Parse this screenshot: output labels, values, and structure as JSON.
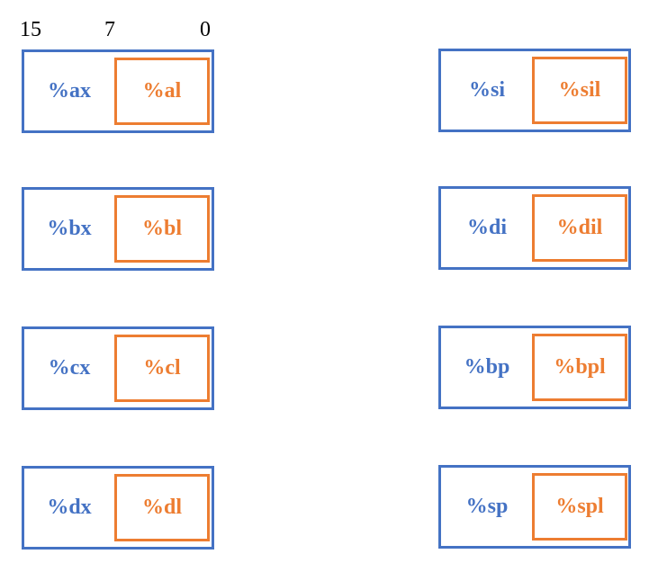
{
  "bit_labels": {
    "high": "15",
    "mid": "7",
    "low": "0"
  },
  "colors": {
    "register_outline": "#4472C4",
    "low_byte": "#ED7D31"
  },
  "left_registers": [
    {
      "word": "%ax",
      "low_byte": "%al"
    },
    {
      "word": "%bx",
      "low_byte": "%bl"
    },
    {
      "word": "%cx",
      "low_byte": "%cl"
    },
    {
      "word": "%dx",
      "low_byte": "%dl"
    }
  ],
  "right_registers": [
    {
      "word": "%si",
      "low_byte": "%sil"
    },
    {
      "word": "%di",
      "low_byte": "%dil"
    },
    {
      "word": "%bp",
      "low_byte": "%bpl"
    },
    {
      "word": "%sp",
      "low_byte": "%spl"
    }
  ]
}
